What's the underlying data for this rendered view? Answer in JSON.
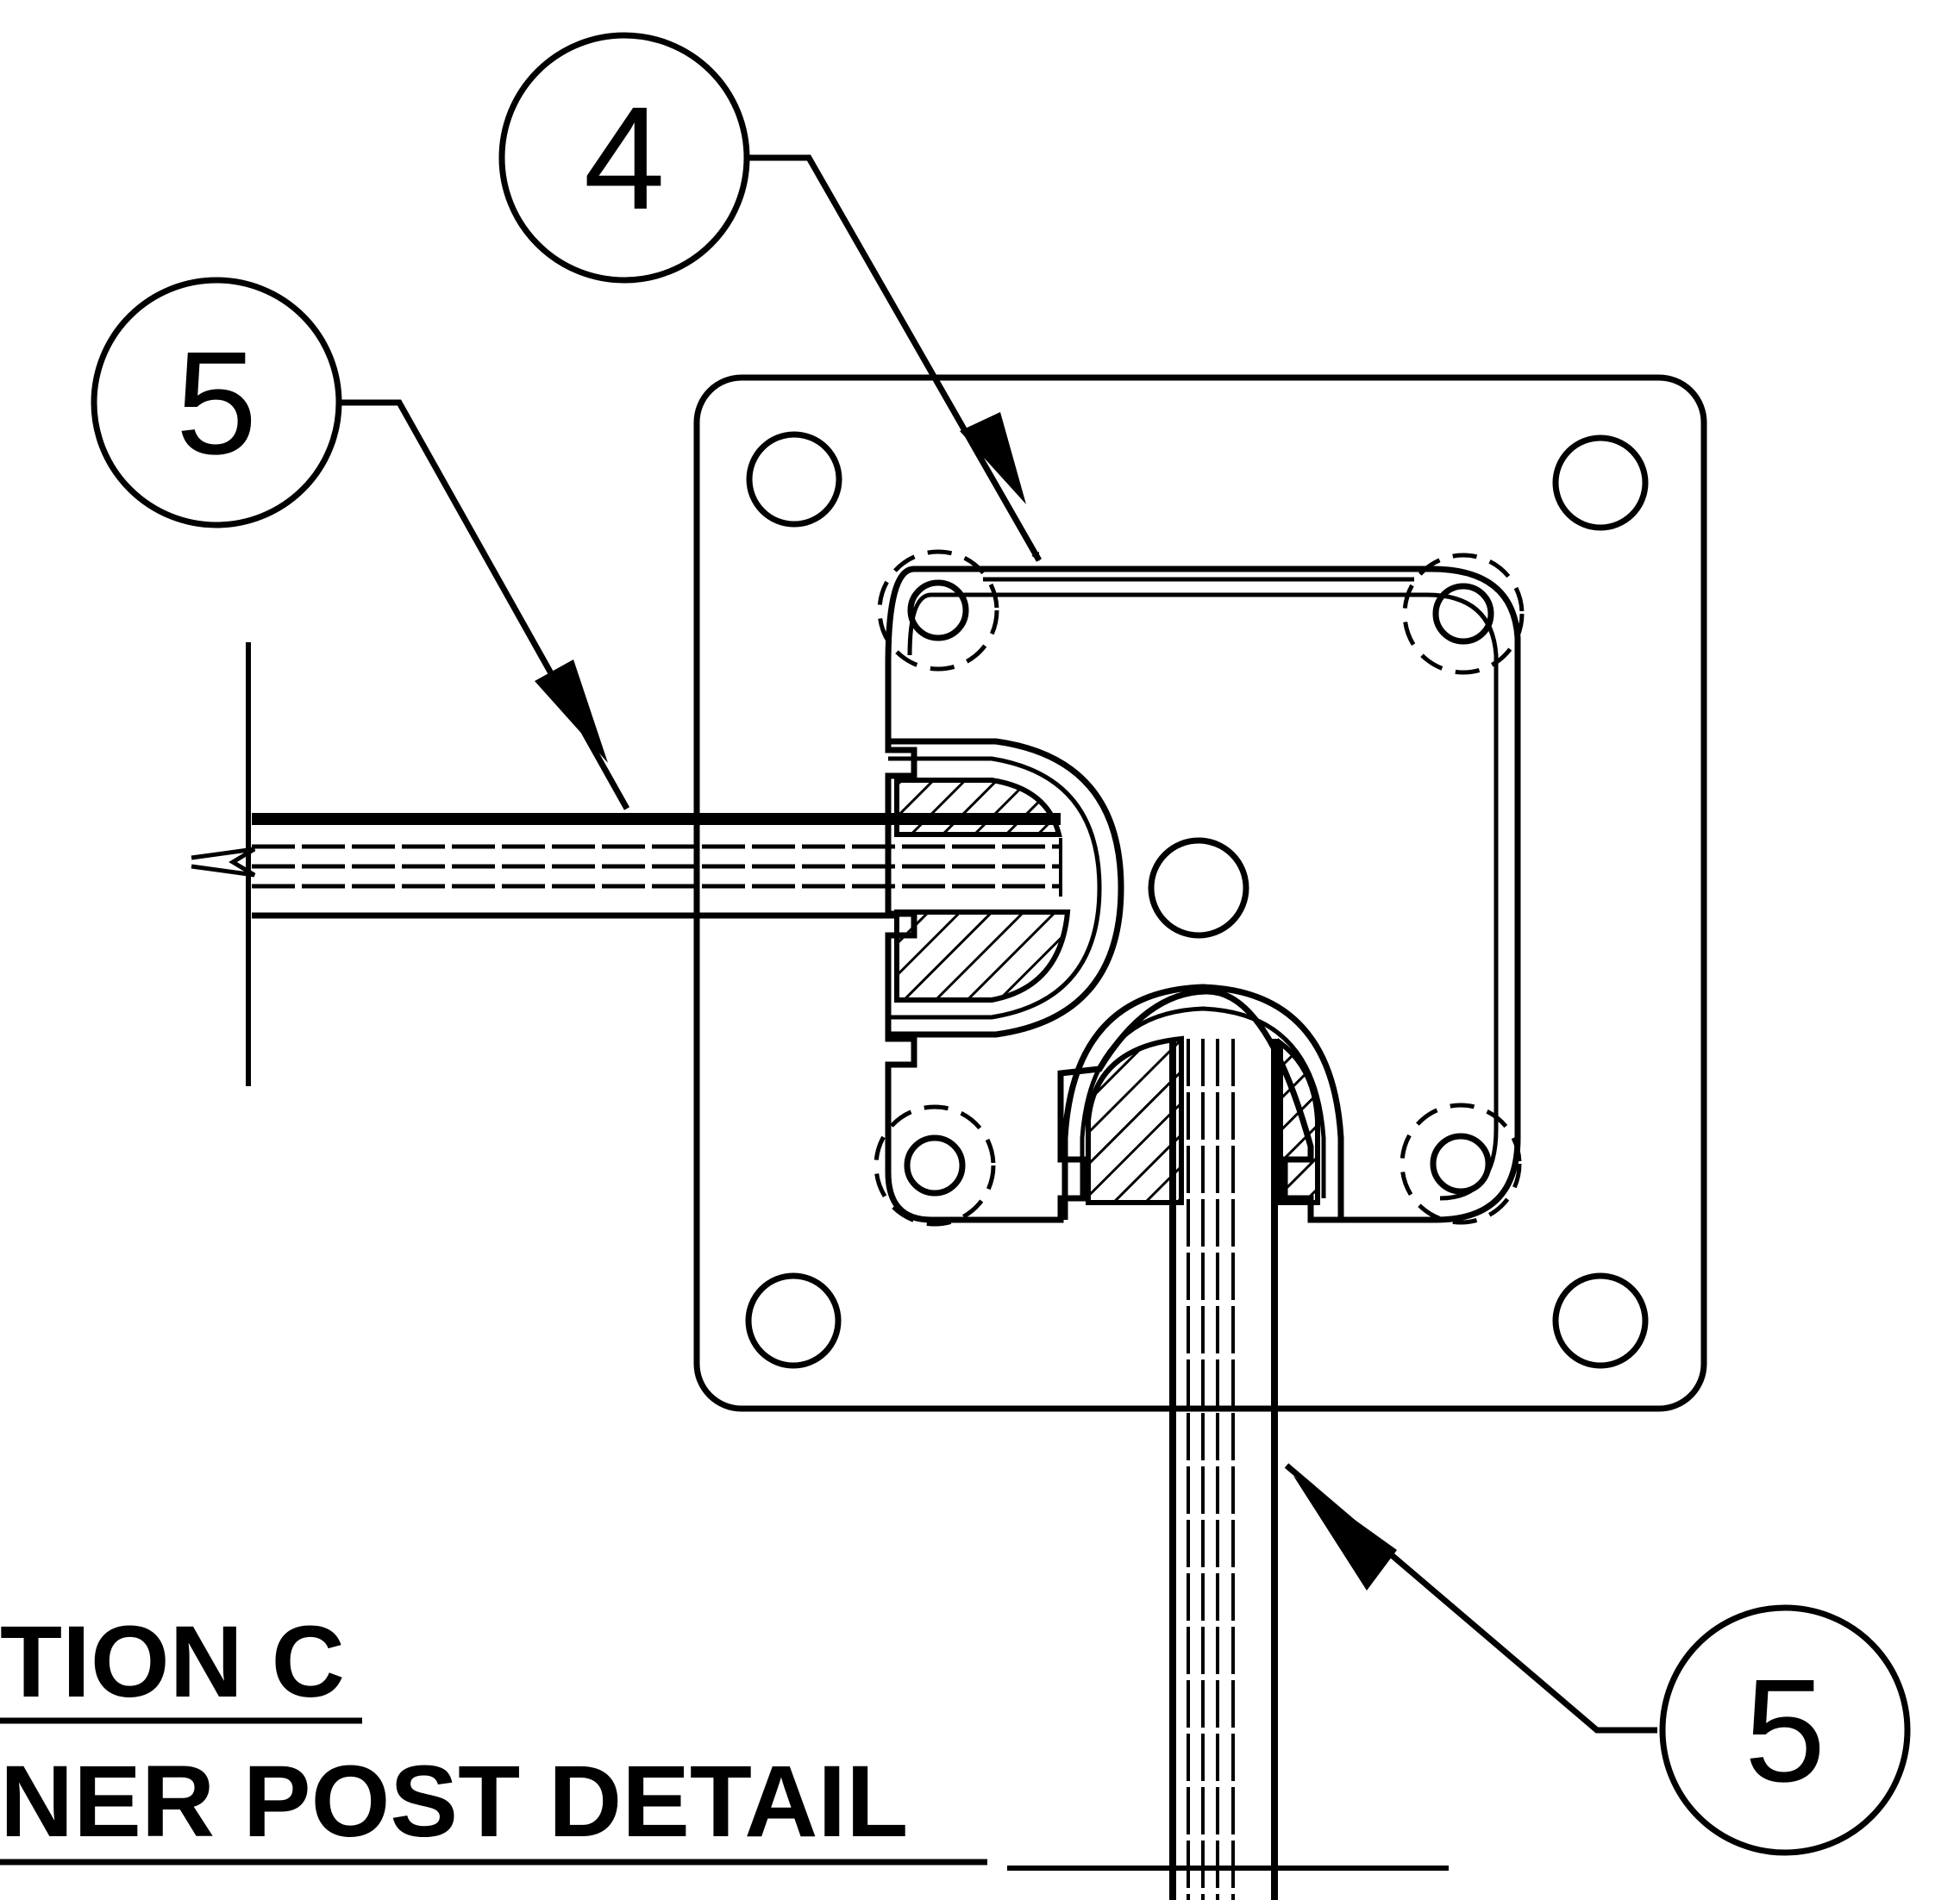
{
  "balloons": {
    "top": "4",
    "left": "5",
    "bottom_right": "5"
  },
  "title": {
    "line1": "TION C",
    "line2": "NER POST DETAIL"
  },
  "colors": {
    "ink": "#000000",
    "paper": "#ffffff"
  }
}
